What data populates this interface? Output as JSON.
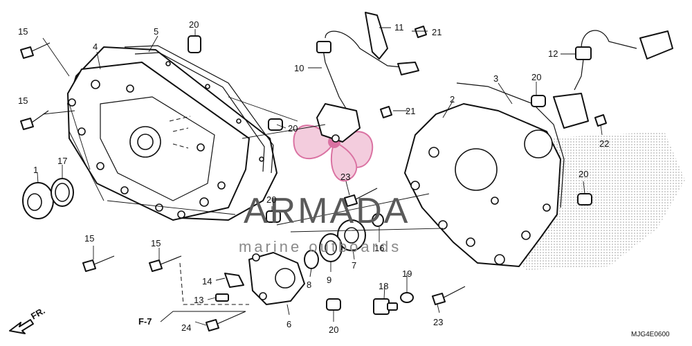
{
  "diagram": {
    "code": "MJG4E0600",
    "front_arrow": "FR.",
    "ref_label": "F-7",
    "watermark": {
      "brand": "ARMADA",
      "tagline": "marine outboards"
    },
    "callouts": {
      "c1": "1",
      "c2": "2",
      "c3": "3",
      "c4": "4",
      "c5": "5",
      "c6": "6",
      "c7": "7",
      "c8": "8",
      "c9": "9",
      "c10": "10",
      "c11": "11",
      "c12": "12",
      "c13": "13",
      "c14": "14",
      "c15": "15",
      "c16": "16",
      "c17": "17",
      "c18": "18",
      "c19": "19",
      "c20": "20",
      "c21": "21",
      "c22": "22",
      "c23": "23",
      "c24": "24"
    }
  }
}
